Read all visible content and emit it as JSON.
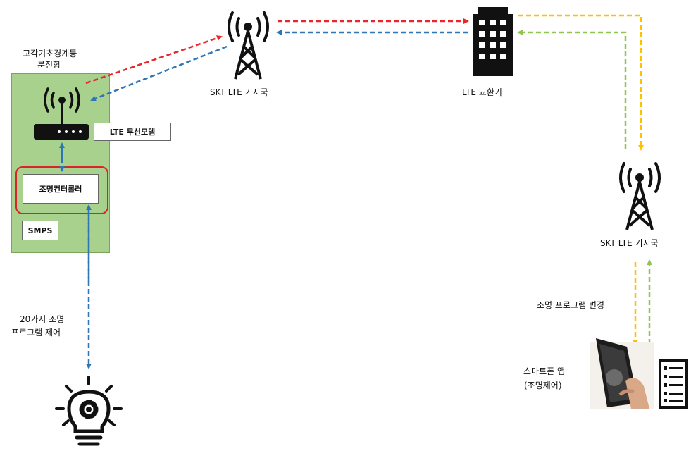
{
  "cabinet": {
    "title_line1": "교각기초경계등",
    "title_line2": "분전함",
    "modem_label": "LTE 무선모뎀",
    "controller_label": "조명컨터롤러",
    "smps_label": "SMPS"
  },
  "tower_top": {
    "label": "SKT LTE 기지국"
  },
  "exchange": {
    "label": "LTE 교환기"
  },
  "tower_right": {
    "label": "SKT LTE 기지국"
  },
  "program_change": {
    "label": "조명 프로그램 변경"
  },
  "smartphone": {
    "line1": "스마트폰 앱",
    "line2": "(조명제어)"
  },
  "lighting_control": {
    "line1": "20가지 조명",
    "line2": "프로그램 제어"
  },
  "colors": {
    "red_arrow": "#e8262b",
    "blue_arrow": "#2e75b6",
    "yellow_arrow": "#ffc000",
    "green_arrow": "#8fc550",
    "panel_green": "#a9d18e"
  },
  "icons": [
    "tower-icon",
    "building-icon",
    "modem-icon",
    "lightbulb-gear-icon",
    "smartphone-image",
    "checklist-icon"
  ]
}
